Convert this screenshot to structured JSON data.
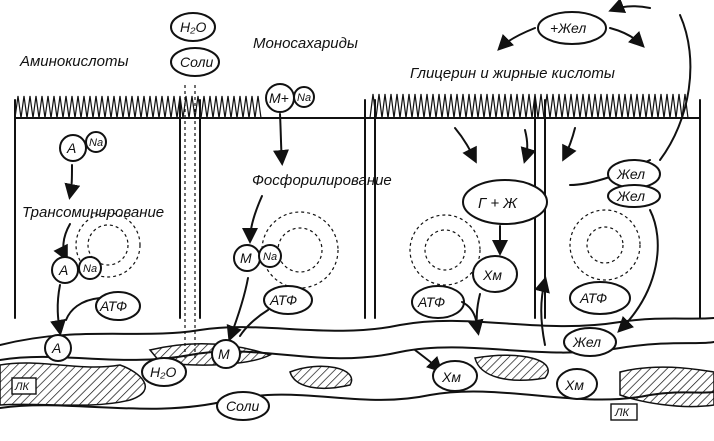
{
  "labels": {
    "aminoacids": "Аминокислоты",
    "water": "H₂O",
    "salts": "Соли",
    "monosaccharides": "Моносахариды",
    "glycerol_fatty_acids": "Глицерин и жирные кислоты",
    "plus_iron": "+Жел",
    "transamination": "Трансоминирование",
    "phosphorylation": "Фосфорилирование",
    "glycerol_fat": "Г + Ж",
    "iron": "Жел",
    "chylomicron": "Хм",
    "atp": "АТФ",
    "amino_a": "А",
    "sodium": "Na",
    "mono_m": "М",
    "mono_m_plus": "М+",
    "lk": "ЛК"
  }
}
